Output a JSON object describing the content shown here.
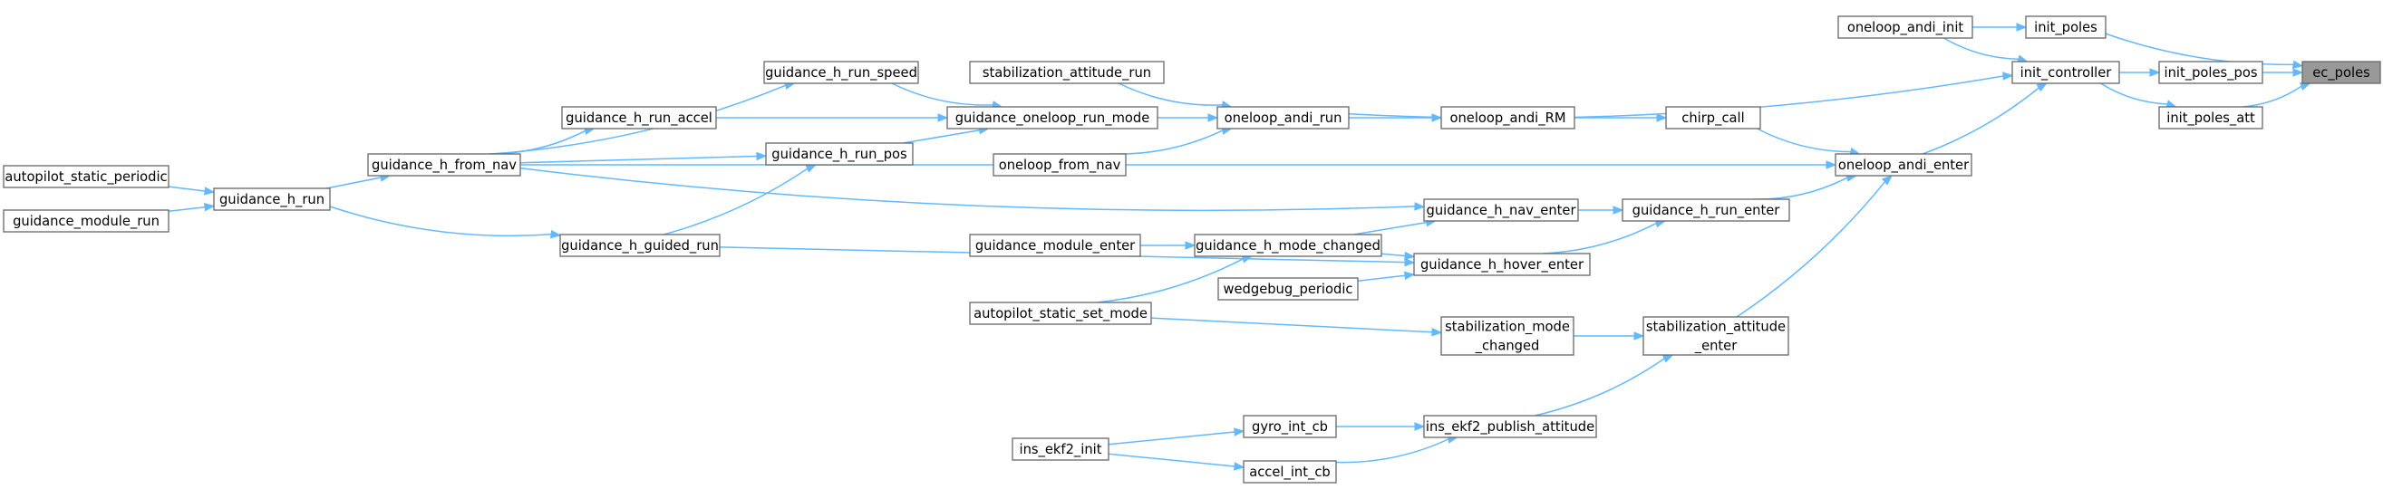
{
  "diagram": {
    "nodes": {
      "ec_poles": [
        "ec_poles"
      ],
      "init_poles": [
        "init_poles"
      ],
      "init_poles_pos": [
        "init_poles_pos"
      ],
      "init_poles_att": [
        "init_poles_att"
      ],
      "init_controller": [
        "init_controller"
      ],
      "oneloop_andi_init": [
        "oneloop_andi_init"
      ],
      "oneloop_andi_enter": [
        "oneloop_andi_enter"
      ],
      "oneloop_andi_run": [
        "oneloop_andi_run"
      ],
      "chirp_call": [
        "chirp_call"
      ],
      "oneloop_andi_RM": [
        "oneloop_andi_RM"
      ],
      "guidance_oneloop_run_mode": [
        "guidance_oneloop_run_mode"
      ],
      "stabilization_attitude_run": [
        "stabilization_attitude_run"
      ],
      "oneloop_from_nav": [
        "oneloop_from_nav"
      ],
      "guidance_h_run_speed": [
        "guidance_h_run_speed"
      ],
      "guidance_h_run_accel": [
        "guidance_h_run_accel"
      ],
      "guidance_h_run_pos": [
        "guidance_h_run_pos"
      ],
      "guidance_h_from_nav": [
        "guidance_h_from_nav"
      ],
      "guidance_h_run": [
        "guidance_h_run"
      ],
      "autopilot_static_periodic": [
        "autopilot_static_periodic"
      ],
      "guidance_module_run": [
        "guidance_module_run"
      ],
      "guidance_h_guided_run": [
        "guidance_h_guided_run"
      ],
      "guidance_h_run_enter": [
        "guidance_h_run_enter"
      ],
      "guidance_h_nav_enter": [
        "guidance_h_nav_enter"
      ],
      "guidance_h_hover_enter": [
        "guidance_h_hover_enter"
      ],
      "guidance_h_mode_changed": [
        "guidance_h_mode_changed"
      ],
      "guidance_module_enter": [
        "guidance_module_enter"
      ],
      "wedgebug_periodic": [
        "wedgebug_periodic"
      ],
      "autopilot_static_set_mode": [
        "autopilot_static_set_mode"
      ],
      "stabilization_mode_changed": [
        "stabilization_mode",
        "_changed"
      ],
      "stabilization_attitude_enter": [
        "stabilization_attitude",
        "_enter"
      ],
      "ins_ekf2_publish_attitude": [
        "ins_ekf2_publish_attitude"
      ],
      "gyro_int_cb": [
        "gyro_int_cb"
      ],
      "accel_int_cb": [
        "accel_int_cb"
      ],
      "ins_ekf2_init": [
        "ins_ekf2_init"
      ]
    },
    "highlighted": "ec_poles",
    "edges": [
      [
        "init_poles",
        "ec_poles"
      ],
      [
        "init_poles_pos",
        "ec_poles"
      ],
      [
        "init_poles_att",
        "ec_poles"
      ],
      [
        "oneloop_andi_init",
        "init_poles"
      ],
      [
        "oneloop_andi_init",
        "init_controller"
      ],
      [
        "init_controller",
        "init_poles_pos"
      ],
      [
        "init_controller",
        "init_poles_att"
      ],
      [
        "oneloop_andi_run",
        "init_controller"
      ],
      [
        "oneloop_andi_enter",
        "init_controller"
      ],
      [
        "guidance_oneloop_run_mode",
        "oneloop_andi_run"
      ],
      [
        "stabilization_attitude_run",
        "oneloop_andi_run"
      ],
      [
        "oneloop_from_nav",
        "oneloop_andi_run"
      ],
      [
        "oneloop_andi_run",
        "oneloop_andi_RM"
      ],
      [
        "oneloop_andi_RM",
        "chirp_call"
      ],
      [
        "chirp_call",
        "oneloop_andi_enter"
      ],
      [
        "guidance_h_run_speed",
        "guidance_oneloop_run_mode"
      ],
      [
        "guidance_h_run_accel",
        "guidance_oneloop_run_mode"
      ],
      [
        "guidance_h_run_pos",
        "guidance_oneloop_run_mode"
      ],
      [
        "guidance_h_from_nav",
        "guidance_h_run_speed"
      ],
      [
        "guidance_h_from_nav",
        "guidance_h_run_accel"
      ],
      [
        "guidance_h_from_nav",
        "guidance_h_run_pos"
      ],
      [
        "guidance_h_guided_run",
        "guidance_h_run_pos"
      ],
      [
        "guidance_h_run",
        "guidance_h_from_nav"
      ],
      [
        "guidance_h_run",
        "guidance_h_guided_run"
      ],
      [
        "autopilot_static_periodic",
        "guidance_h_run"
      ],
      [
        "guidance_module_run",
        "guidance_h_run"
      ],
      [
        "guidance_h_from_nav",
        "oneloop_andi_enter"
      ],
      [
        "guidance_h_run_enter",
        "oneloop_andi_enter"
      ],
      [
        "stabilization_attitude_enter",
        "oneloop_andi_enter"
      ],
      [
        "guidance_h_nav_enter",
        "guidance_h_run_enter"
      ],
      [
        "guidance_h_hover_enter",
        "guidance_h_run_enter"
      ],
      [
        "guidance_h_from_nav",
        "guidance_h_nav_enter"
      ],
      [
        "guidance_h_mode_changed",
        "guidance_h_nav_enter"
      ],
      [
        "guidance_h_mode_changed",
        "guidance_h_hover_enter"
      ],
      [
        "wedgebug_periodic",
        "guidance_h_hover_enter"
      ],
      [
        "guidance_h_guided_run",
        "guidance_h_hover_enter"
      ],
      [
        "guidance_module_enter",
        "guidance_h_mode_changed"
      ],
      [
        "autopilot_static_set_mode",
        "guidance_h_mode_changed"
      ],
      [
        "autopilot_static_set_mode",
        "stabilization_mode_changed"
      ],
      [
        "stabilization_mode_changed",
        "stabilization_attitude_enter"
      ],
      [
        "ins_ekf2_publish_attitude",
        "stabilization_attitude_enter"
      ],
      [
        "gyro_int_cb",
        "ins_ekf2_publish_attitude"
      ],
      [
        "accel_int_cb",
        "ins_ekf2_publish_attitude"
      ],
      [
        "ins_ekf2_init",
        "gyro_int_cb"
      ],
      [
        "ins_ekf2_init",
        "accel_int_cb"
      ]
    ]
  }
}
